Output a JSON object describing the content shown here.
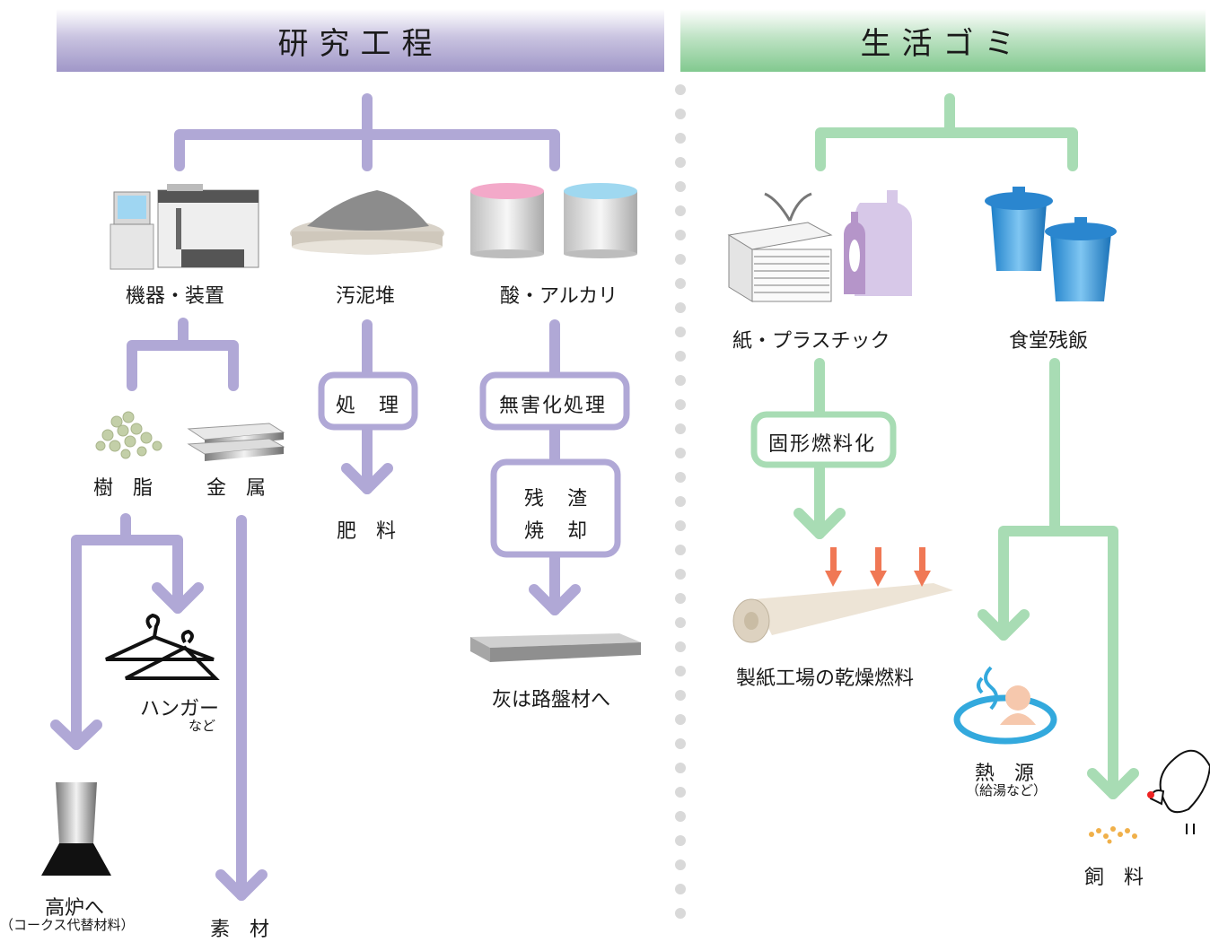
{
  "colors": {
    "research_line": "#b0a8d6",
    "life_line": "#a8dcb4",
    "arrow_accent": "#f07855",
    "divider_dot": "#d9d9d9"
  },
  "research": {
    "title": "研究工程",
    "machinery": "機器・装置",
    "sludge": "汚泥堆",
    "acid_alkali": "酸・アルカリ",
    "resin": "樹　脂",
    "metal": "金　属",
    "treatment": "処　理",
    "fertilizer": "肥　料",
    "detox": "無害化処理",
    "residue_burn_1": "残　渣",
    "residue_burn_2": "焼　却",
    "ash": "灰は路盤材へ",
    "hanger": "ハンガー",
    "hanger_etc": "など",
    "blast_furnace": "高炉へ",
    "coke_sub": "（コークス代替材料）",
    "raw_material": "素　材"
  },
  "life": {
    "title": "生活ゴミ",
    "paper_plastic": "紙・プラスチック",
    "cafeteria": "食堂残飯",
    "rdf": "固形燃料化",
    "paper_mill": "製紙工場の乾燥燃料",
    "heat_source": "熱　源",
    "heat_note": "（給湯など）",
    "feed": "飼　料"
  }
}
